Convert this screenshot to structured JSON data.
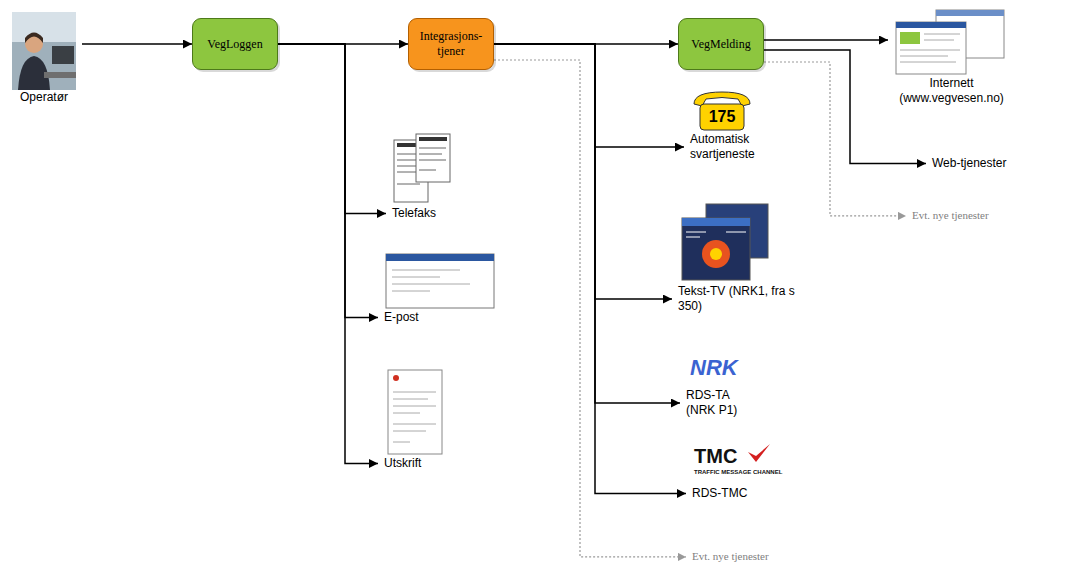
{
  "diagram": {
    "nodes": [
      {
        "text": [
          "Operatør"
        ]
      },
      {
        "text": [
          "VegLoggen"
        ]
      },
      {
        "text": [
          "Integrasjons- tjener"
        ]
      },
      {
        "text": [
          "VegMelding"
        ]
      },
      {
        "text": [
          "Internett (www.vegvesen.no)"
        ]
      },
      {
        "text": [
          "Web-tjenester"
        ]
      },
      {
        "text": [
          "Evt. nye tjenester"
        ]
      },
      {
        "text": [
          "Telefaks"
        ]
      },
      {
        "text": [
          "E-post"
        ]
      },
      {
        "text": [
          "Utskrift"
        ]
      },
      {
        "text": [
          "Automatisk svartjeneste"
        ]
      },
      {
        "text": [
          "Tekst-TV (NRK1, fra s 350)"
        ]
      },
      {
        "text": [
          "RDS-TA (NRK P1)"
        ]
      },
      {
        "text": [
          "RDS-TMC"
        ]
      },
      {
        "text": [
          "Evt. nye tjenester"
        ]
      }
    ],
    "edges": [
      {
        "from": 0,
        "to": 1,
        "arrow": "to"
      },
      {
        "from": 1,
        "to": 2,
        "arrow": "to"
      },
      {
        "from": 2,
        "to": 3,
        "arrow": "to"
      },
      {
        "from": 3,
        "to": 4,
        "arrow": "to"
      },
      {
        "from": 3,
        "to": 5,
        "arrow": "to"
      },
      {
        "from": 3,
        "to": 6,
        "arrow": "to"
      },
      {
        "from": 1,
        "to": 7,
        "arrow": "to"
      },
      {
        "from": 1,
        "to": 8,
        "arrow": "to"
      },
      {
        "from": 1,
        "to": 9,
        "arrow": "to"
      },
      {
        "from": 2,
        "to": 10,
        "arrow": "to"
      },
      {
        "from": 2,
        "to": 11,
        "arrow": "to"
      },
      {
        "from": 2,
        "to": 12,
        "arrow": "to"
      },
      {
        "from": 2,
        "to": 13,
        "arrow": "to"
      },
      {
        "from": 2,
        "to": 14,
        "arrow": "to"
      }
    ],
    "labels": [
      "175",
      "NRK",
      "TMC",
      "TRAFFIC MESSAGE CHANNEL"
    ]
  }
}
